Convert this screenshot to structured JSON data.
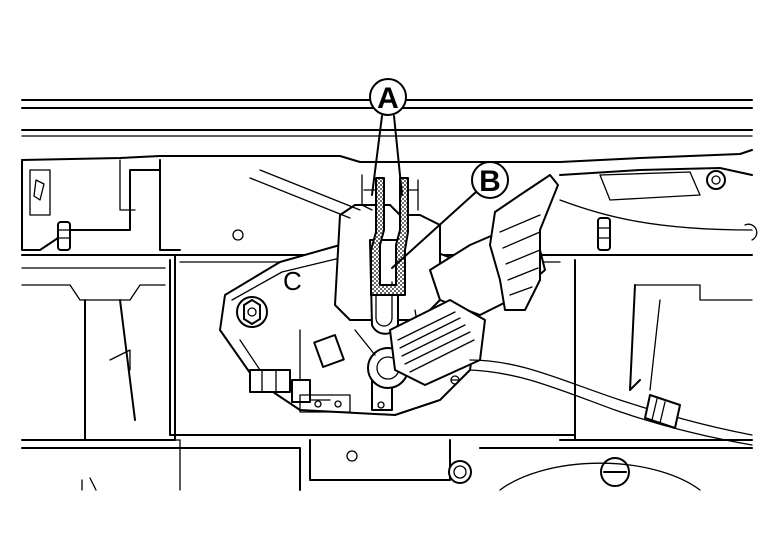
{
  "callouts": {
    "a": {
      "label": "A"
    },
    "b": {
      "label": "B"
    }
  },
  "stamped_letter": "C",
  "colors": {
    "stroke": "#000000",
    "background": "#ffffff",
    "hatch": "#000000"
  }
}
